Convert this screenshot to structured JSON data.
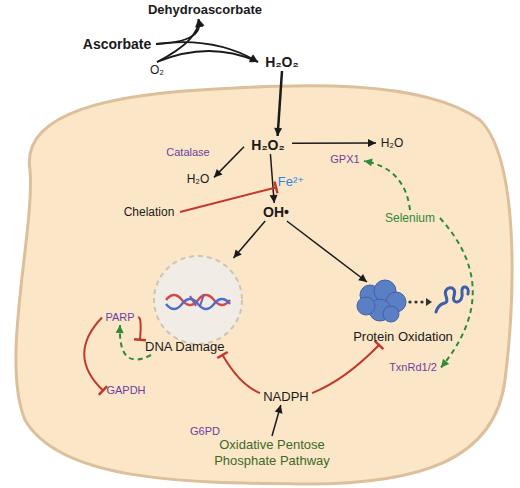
{
  "diagram": {
    "nodes": [
      {
        "text": [
          "Dehydroascorbate"
        ]
      },
      {
        "text": [
          "Ascorbate"
        ]
      },
      {
        "text": [
          "O₂"
        ]
      },
      {
        "text": [
          "H₂O₂"
        ]
      },
      {
        "text": [
          "H₂O₂"
        ]
      },
      {
        "text": [
          "GPX1"
        ]
      },
      {
        "text": [
          "H₂O"
        ]
      },
      {
        "text": [
          "H₂O"
        ]
      },
      {
        "text": [
          "Fe²⁺"
        ]
      },
      {
        "text": [
          "Chelation"
        ]
      },
      {
        "text": [
          "OH•"
        ]
      },
      {
        "text": [
          "Selenium"
        ]
      },
      {
        "text": [
          "PARP"
        ]
      },
      {
        "text": [
          "DNA Damage"
        ]
      },
      {
        "text": [
          "Protein Oxidation"
        ]
      },
      {
        "text": [
          "TxnRd1/2"
        ]
      },
      {
        "text": [
          "GAPDH"
        ]
      },
      {
        "text": [
          "NADPH"
        ]
      },
      {
        "text": [
          "Oxidative Pentose Phosphate Pathway"
        ]
      }
    ],
    "edges": [
      {
        "from": 1,
        "to": 0,
        "arrow": "to"
      },
      {
        "from": 1,
        "to": 3,
        "arrow": "to"
      },
      {
        "from": 2,
        "to": 0,
        "arrow": "to"
      },
      {
        "from": 2,
        "to": 3,
        "arrow": "to"
      },
      {
        "from": 3,
        "to": 4,
        "arrow": "to"
      },
      {
        "from": 4,
        "to": 6,
        "arrow": "to"
      },
      {
        "from": 4,
        "to": 7,
        "arrow": "to"
      },
      {
        "from": 4,
        "to": 10,
        "arrow": "to"
      },
      {
        "from": 9,
        "to": 8,
        "arrow": "to"
      },
      {
        "from": 10,
        "to": 13,
        "arrow": "to"
      },
      {
        "from": 10,
        "to": 14,
        "arrow": "to"
      },
      {
        "from": 11,
        "to": 5,
        "arrow": "to"
      },
      {
        "from": 11,
        "to": 15,
        "arrow": "to"
      },
      {
        "from": 12,
        "to": 13,
        "arrow": "to"
      },
      {
        "from": 13,
        "to": 12,
        "arrow": "to"
      },
      {
        "from": 12,
        "to": 16,
        "arrow": "to"
      },
      {
        "from": 17,
        "to": 13,
        "arrow": "to"
      },
      {
        "from": 17,
        "to": 14,
        "arrow": "to"
      },
      {
        "from": 18,
        "to": 17,
        "arrow": "to"
      }
    ],
    "labels": [
      "Catalase",
      "G6PD"
    ]
  }
}
